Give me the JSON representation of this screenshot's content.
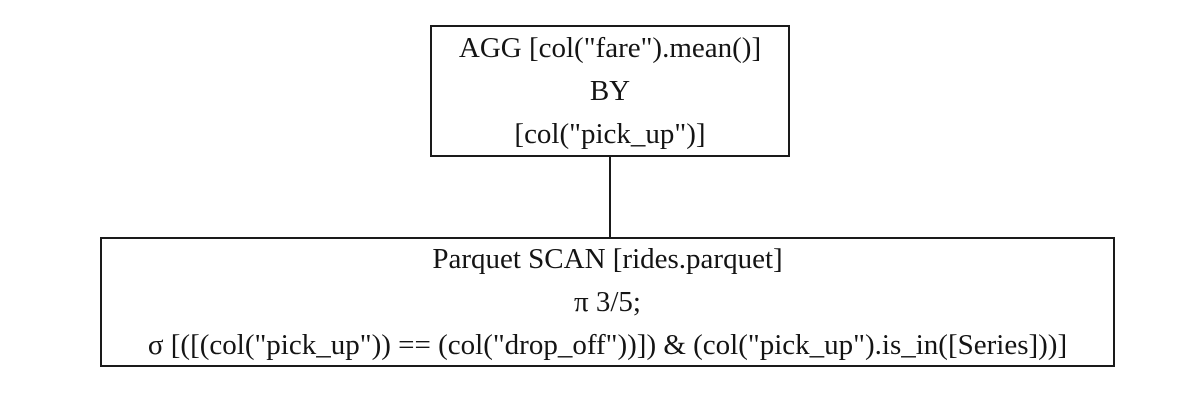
{
  "colors": {
    "background": "#ffffff",
    "node_border": "#1a1a1a",
    "edge": "#1a1a1a",
    "text": "#141414"
  },
  "plan": {
    "agg": {
      "lines": [
        "AGG [col(\"fare\").mean()]",
        "BY",
        "[col(\"pick_up\")]"
      ]
    },
    "scan": {
      "lines": [
        "Parquet SCAN [rides.parquet]",
        "π 3/5;",
        "σ [([(col(\"pick_up\")) == (col(\"drop_off\"))]) & (col(\"pick_up\").is_in([Series]))]"
      ]
    }
  }
}
